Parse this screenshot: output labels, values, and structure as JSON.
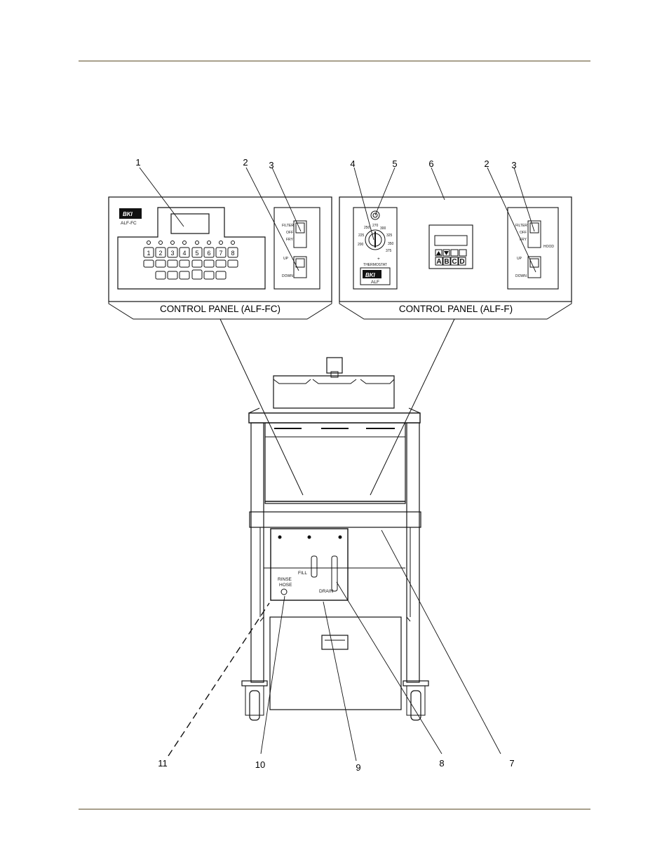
{
  "colors": {
    "rule": "#a8a08c",
    "ink": "#111111"
  },
  "panels": {
    "fc": {
      "title": "CONTROL PANEL (ALF-FC)",
      "brand": "BKI",
      "model": "ALF-FC",
      "keys": [
        "1",
        "2",
        "3",
        "4",
        "5",
        "6",
        "7",
        "8"
      ],
      "switch_labels": [
        "FILTER",
        "OFF",
        "FRY",
        "UP",
        "DOWN"
      ]
    },
    "f": {
      "title": "CONTROL PANEL (ALF-F)",
      "brand": "BKI",
      "model": "ALF",
      "thermostat_label": "THERMOSTAT",
      "dial_ticks": [
        "270",
        "300",
        "325",
        "350",
        "250",
        "225",
        "200",
        "375"
      ],
      "controller_keys": [
        "A",
        "B",
        "C",
        "D"
      ],
      "switch_labels": [
        "FILTER",
        "OFF",
        "FRY",
        "HOOD",
        "UP",
        "DOWN"
      ]
    }
  },
  "fryer": {
    "rinse_label": "RINSE\nHOSE",
    "fill_label": "FILL",
    "drain_label": "DRAIN"
  },
  "callouts": [
    "1",
    "2",
    "3",
    "4",
    "5",
    "6",
    "2",
    "3",
    "11",
    "10",
    "9",
    "8",
    "7"
  ]
}
